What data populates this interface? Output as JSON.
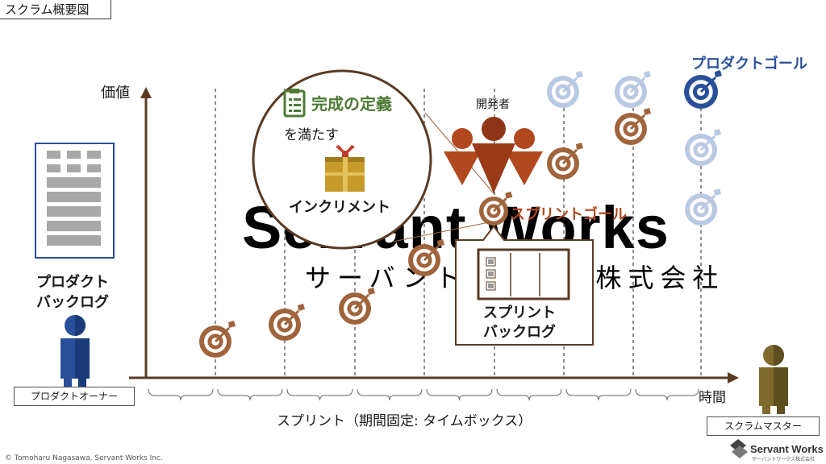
{
  "header": {
    "title": "スクラム概要図"
  },
  "axis": {
    "y_label": "価値",
    "x_label": "時間"
  },
  "sprints_caption": "スプリント（期間固定: タイムボックス）",
  "product_backlog": {
    "label_line1": "プロダクト",
    "label_line2": "バックログ"
  },
  "product_owner": {
    "label": "プロダクトオーナー"
  },
  "scrum_master": {
    "label": "スクラムマスター"
  },
  "developers": {
    "label": "開発者"
  },
  "sprint_goal": {
    "label": "スプリントゴール"
  },
  "product_goal": {
    "label": "プロダクトゴール"
  },
  "definition_of_done": {
    "title": "完成の定義",
    "subtitle": "を満たす",
    "increment": "インクリメント"
  },
  "sprint_backlog": {
    "label_line1": "スプリント",
    "label_line2": "バックログ"
  },
  "watermark": {
    "main": "Servant Works",
    "sub": "サーバントワークス株式会社"
  },
  "footer": {
    "copyright": "© Tomoharu Nagasawa, Servant Works Inc.",
    "brand": "Servant Works",
    "brand_sub": "サーバントワークス株式会社"
  },
  "colors": {
    "brown": "#a0643c",
    "dark_brown": "#5a3a22",
    "rust": "#b2481e",
    "navy": "#2a4f9a",
    "light_blue": "#b9c9e3",
    "olive": "#806b2e",
    "green": "#4d7a35",
    "gold": "#c79a2c",
    "ribbon_red": "#c0392b"
  },
  "icons": {
    "target": "target-icon",
    "gift": "gift-box-icon",
    "checklist": "checklist-icon",
    "team": "team-people-icon",
    "person": "person-icon"
  }
}
